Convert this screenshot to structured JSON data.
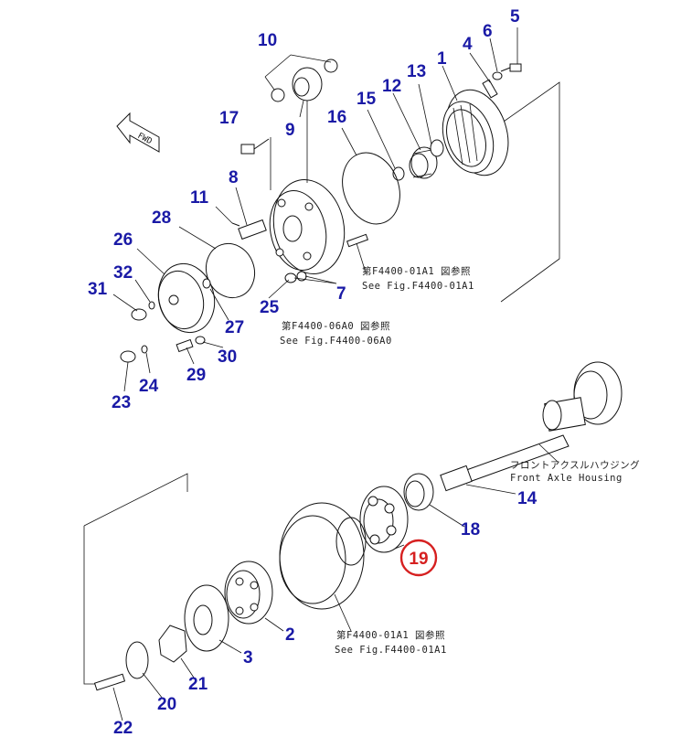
{
  "direction_label": "FWD",
  "callouts": {
    "n1": "1",
    "n2": "2",
    "n3": "3",
    "n4": "4",
    "n5": "5",
    "n6": "6",
    "n7": "7",
    "n8": "8",
    "n9": "9",
    "n10": "10",
    "n11": "11",
    "n12": "12",
    "n13": "13",
    "n14": "14",
    "n15": "15",
    "n16": "16",
    "n17": "17",
    "n18": "18",
    "n19": "19",
    "n20": "20",
    "n21": "21",
    "n22": "22",
    "n23": "23",
    "n24": "24",
    "n25": "25",
    "n26": "26",
    "n27": "27",
    "n28": "28",
    "n29": "29",
    "n30": "30",
    "n31": "31",
    "n32": "32"
  },
  "references": {
    "ref1_jp": "第F4400-01A1 図参照",
    "ref1_en": "See Fig.F4400-01A1",
    "ref2_jp": "第F4400-06A0 図参照",
    "ref2_en": "See Fig.F4400-06A0",
    "ref3_jp": "第F4400-01A1 図参照",
    "ref3_en": "See Fig.F4400-01A1"
  },
  "housing_label": {
    "jp": "フロントアクスルハウジング",
    "en": "Front Axle Housing"
  },
  "highlight": {
    "part": "19",
    "color": "#d62020"
  }
}
